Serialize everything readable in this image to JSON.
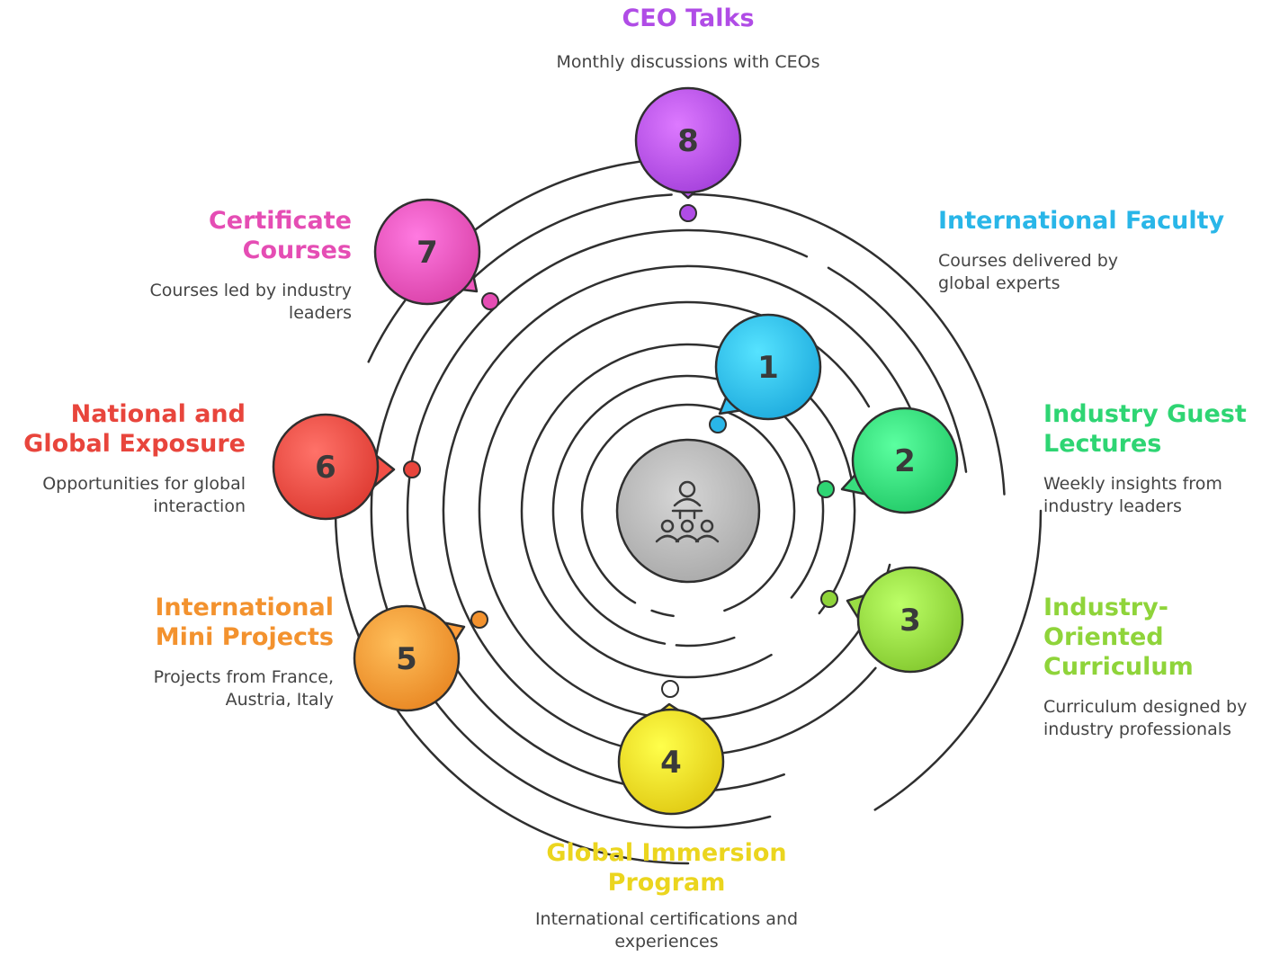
{
  "center": {
    "icon": "presenter-audience-icon"
  },
  "items": [
    {
      "number": "1",
      "title": "International Faculty",
      "description": "Courses delivered by global experts",
      "color": "#29B6E8"
    },
    {
      "number": "2",
      "title": "Industry Guest Lectures",
      "description": "Weekly insights from industry leaders",
      "color": "#2ED573"
    },
    {
      "number": "3",
      "title": "Industry-Oriented Curriculum",
      "description": "Curriculum designed by industry professionals",
      "color": "#8FD43A"
    },
    {
      "number": "4",
      "title": "Global Immersion Program",
      "description": "International certifications and experiences",
      "color": "#EBD51E"
    },
    {
      "number": "5",
      "title": "International Mini Projects",
      "description": "Projects from France, Austria, Italy",
      "color": "#F3922E"
    },
    {
      "number": "6",
      "title": "National and Global Exposure",
      "description": "Opportunities for global interaction",
      "color": "#E8453C"
    },
    {
      "number": "7",
      "title": "Certificate Courses",
      "description": "Courses led by industry leaders",
      "color": "#E54DB4"
    },
    {
      "number": "8",
      "title": "CEO Talks",
      "description": "Monthly discussions with CEOs",
      "color": "#B04CE6"
    }
  ]
}
